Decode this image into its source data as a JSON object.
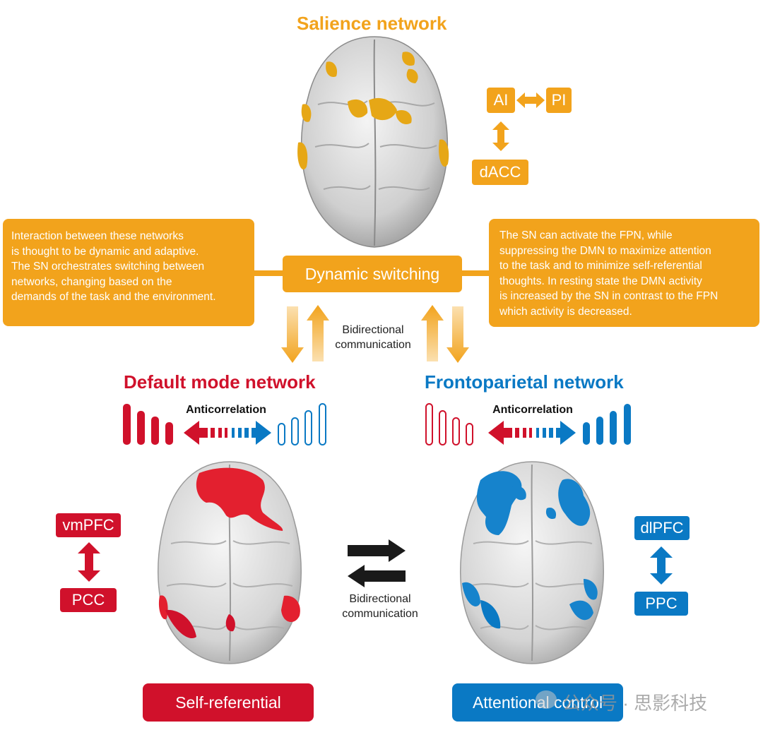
{
  "salience": {
    "title": "Salience network",
    "nodes": {
      "ai": "AI",
      "pi": "PI",
      "dacc": "dACC"
    }
  },
  "left_note": {
    "lines": [
      "Interaction between these networks",
      "is thought to be dynamic and adaptive.",
      "The SN orchestrates switching between",
      "networks, changing based on the",
      "demands of the task and the environment."
    ]
  },
  "right_note": {
    "lines": [
      "The SN can activate the FPN, while",
      "suppressing the DMN to maximize attention",
      "to the task and to minimize self-referential",
      "thoughts. In resting state the DMN activity",
      "is increased by the SN in contrast to the FPN",
      "which activity is decreased."
    ]
  },
  "center": {
    "label": "Dynamic switching",
    "top_comm": [
      "Bidirectional",
      "communication"
    ],
    "bottom_comm": [
      "Bidirectional",
      "communication"
    ]
  },
  "dmn": {
    "title": "Default mode network",
    "anticorrelation": "Anticorrelation",
    "nodes": {
      "top": "vmPFC",
      "bottom": "PCC"
    },
    "function": "Self-referential"
  },
  "fpn": {
    "title": "Frontoparietal network",
    "anticorrelation": "Anticorrelation",
    "nodes": {
      "top": "dlPFC",
      "bottom": "PPC"
    },
    "function": "Attentional control"
  },
  "watermark": "公众号 · 思影科技",
  "colors": {
    "orange": "#f2a31c",
    "red": "#d0112b",
    "blue": "#0a79c4",
    "black": "#1a1a1a"
  }
}
